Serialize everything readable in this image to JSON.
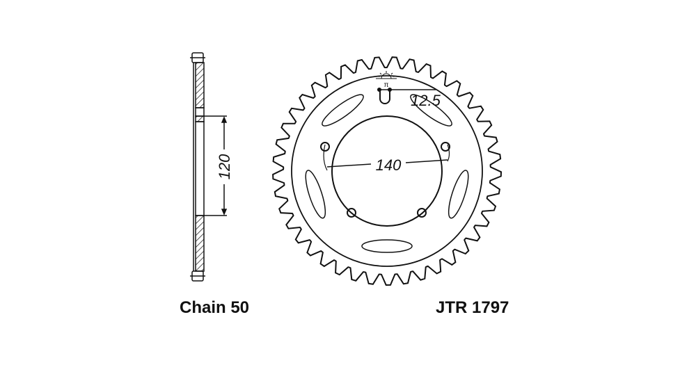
{
  "captions": {
    "chain": "Chain 50",
    "part_number": "JTR 1797"
  },
  "dimensions": {
    "hub_height": "120",
    "bolt_circle": "140",
    "bolt_hole": "12.5",
    "pi_symbol": "π"
  },
  "colors": {
    "line": "#111111",
    "background": "#ffffff"
  }
}
